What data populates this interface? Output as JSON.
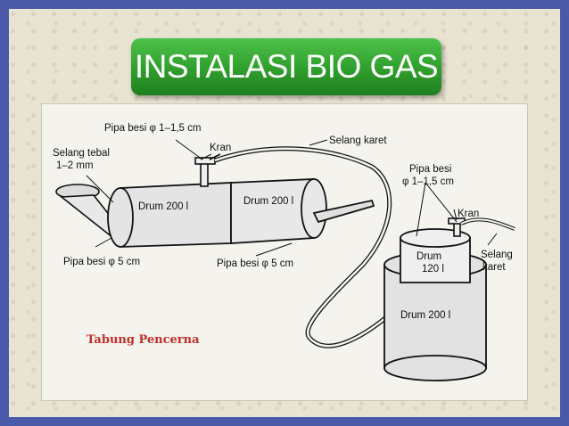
{
  "slide": {
    "title": "INSTALASI BIO GAS",
    "colors": {
      "background": "#4a5aa8",
      "title_bar": "#2f9e2c",
      "caption": "#c0302a"
    }
  },
  "diagram": {
    "labels": {
      "pipa_besi_top": "Pipa besi φ 1–1,5 cm",
      "kran_left": "Kran",
      "selang_karet_top": "Selang karet",
      "selang_tebal": "Selang tebal",
      "selang_tebal_size": "1–2 mm",
      "drum_left": "Drum 200 l",
      "drum_right": "Drum 200 l",
      "pipa_besi_right": "Pipa besi",
      "pipa_besi_right_size": "φ 1–1,5 cm",
      "kran_right": "Kran",
      "drum_small": "Drum",
      "drum_small_size": "120 l",
      "selang_karet_right": "Selang",
      "selang_karet_right_2": "karet",
      "pipa_besi_bottom_left": "Pipa besi φ 5 cm",
      "pipa_besi_bottom_mid": "Pipa besi φ 5 cm",
      "drum_big": "Drum 200 l"
    },
    "caption": "Tabung Pencerna"
  }
}
